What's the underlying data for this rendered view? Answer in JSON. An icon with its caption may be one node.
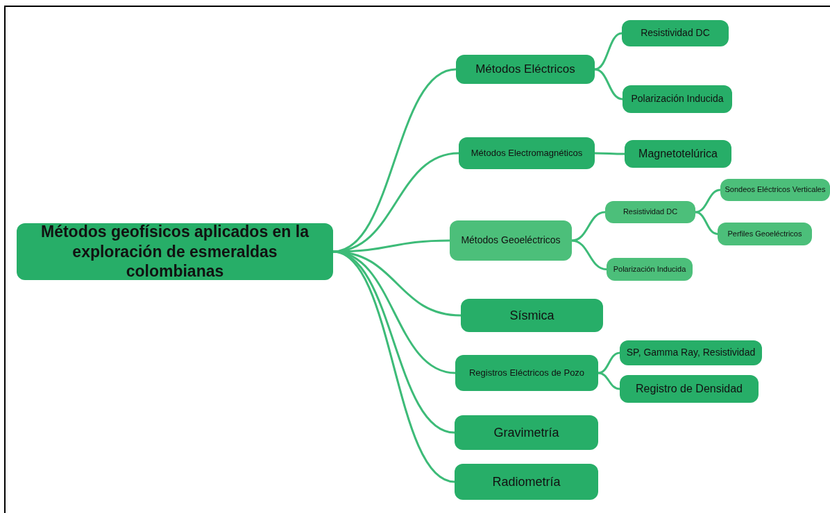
{
  "diagram": {
    "nodes": [
      {
        "text": [
          "Métodos geofísicos aplicados en la exploración de esmeraldas colombianas"
        ]
      },
      {
        "text": [
          "Métodos Eléctricos"
        ]
      },
      {
        "text": [
          "Resistividad DC"
        ]
      },
      {
        "text": [
          "Polarización Inducida"
        ]
      },
      {
        "text": [
          "Métodos Electromagnéticos"
        ]
      },
      {
        "text": [
          "Magnetotelúrica"
        ]
      },
      {
        "text": [
          "Métodos Geoeléctricos"
        ]
      },
      {
        "text": [
          "Resistividad DC"
        ]
      },
      {
        "text": [
          "Sondeos Eléctricos Verticales"
        ]
      },
      {
        "text": [
          "Perfiles Geoeléctricos"
        ]
      },
      {
        "text": [
          "Polarización Inducida"
        ]
      },
      {
        "text": [
          "Sísmica"
        ]
      },
      {
        "text": [
          "Registros Eléctricos de Pozo"
        ]
      },
      {
        "text": [
          "SP, Gamma Ray, Resistividad"
        ]
      },
      {
        "text": [
          "Registro de Densidad"
        ]
      },
      {
        "text": [
          "Gravimetría"
        ]
      },
      {
        "text": [
          "Radiometría"
        ]
      }
    ],
    "edges": [
      {
        "from": 0,
        "to": 1,
        "arrow": "none"
      },
      {
        "from": 1,
        "to": 2,
        "arrow": "none"
      },
      {
        "from": 1,
        "to": 3,
        "arrow": "none"
      },
      {
        "from": 0,
        "to": 4,
        "arrow": "none"
      },
      {
        "from": 4,
        "to": 5,
        "arrow": "none"
      },
      {
        "from": 0,
        "to": 6,
        "arrow": "none"
      },
      {
        "from": 6,
        "to": 7,
        "arrow": "none"
      },
      {
        "from": 7,
        "to": 8,
        "arrow": "none"
      },
      {
        "from": 7,
        "to": 9,
        "arrow": "none"
      },
      {
        "from": 6,
        "to": 10,
        "arrow": "none"
      },
      {
        "from": 0,
        "to": 11,
        "arrow": "none"
      },
      {
        "from": 0,
        "to": 12,
        "arrow": "none"
      },
      {
        "from": 12,
        "to": 13,
        "arrow": "none"
      },
      {
        "from": 12,
        "to": 14,
        "arrow": "none"
      },
      {
        "from": 0,
        "to": 15,
        "arrow": "none"
      },
      {
        "from": 0,
        "to": 16,
        "arrow": "none"
      }
    ]
  }
}
